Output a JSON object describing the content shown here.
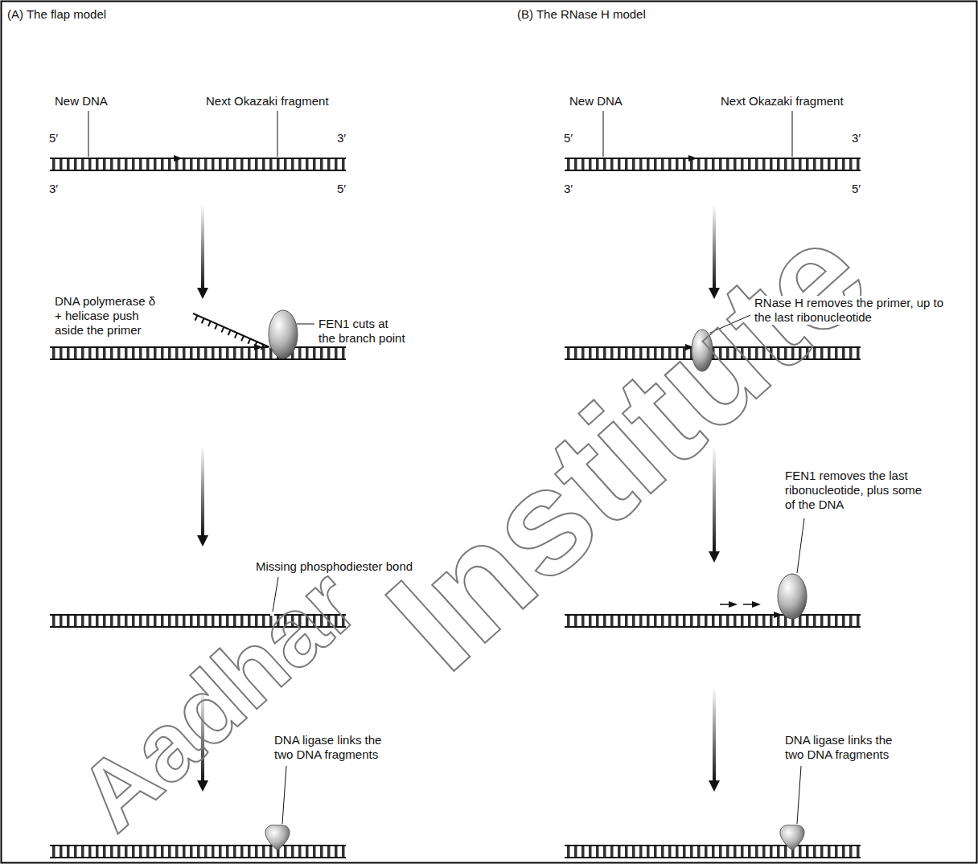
{
  "diagram": {
    "labels": [
      "(A) The flap model",
      "New DNA",
      "Next Okazaki fragment",
      "5′",
      "3′",
      "3′",
      "5′",
      "DNA polymerase δ + helicase push aside the primer",
      "FEN1 cuts at the branch point",
      "Missing phosphodiester bond",
      "DNA ligase links the two DNA fragments",
      "(B) The RNase H model",
      "New DNA",
      "Next Okazaki fragment",
      "5′",
      "3′",
      "3′",
      "5′",
      "RNase H removes the primer, up to the last ribonucleotide",
      "FEN1 removes the last ribonucleotide, plus some of the DNA",
      "DNA ligase links the two DNA fragments",
      "Aadhar",
      "Institute"
    ]
  }
}
